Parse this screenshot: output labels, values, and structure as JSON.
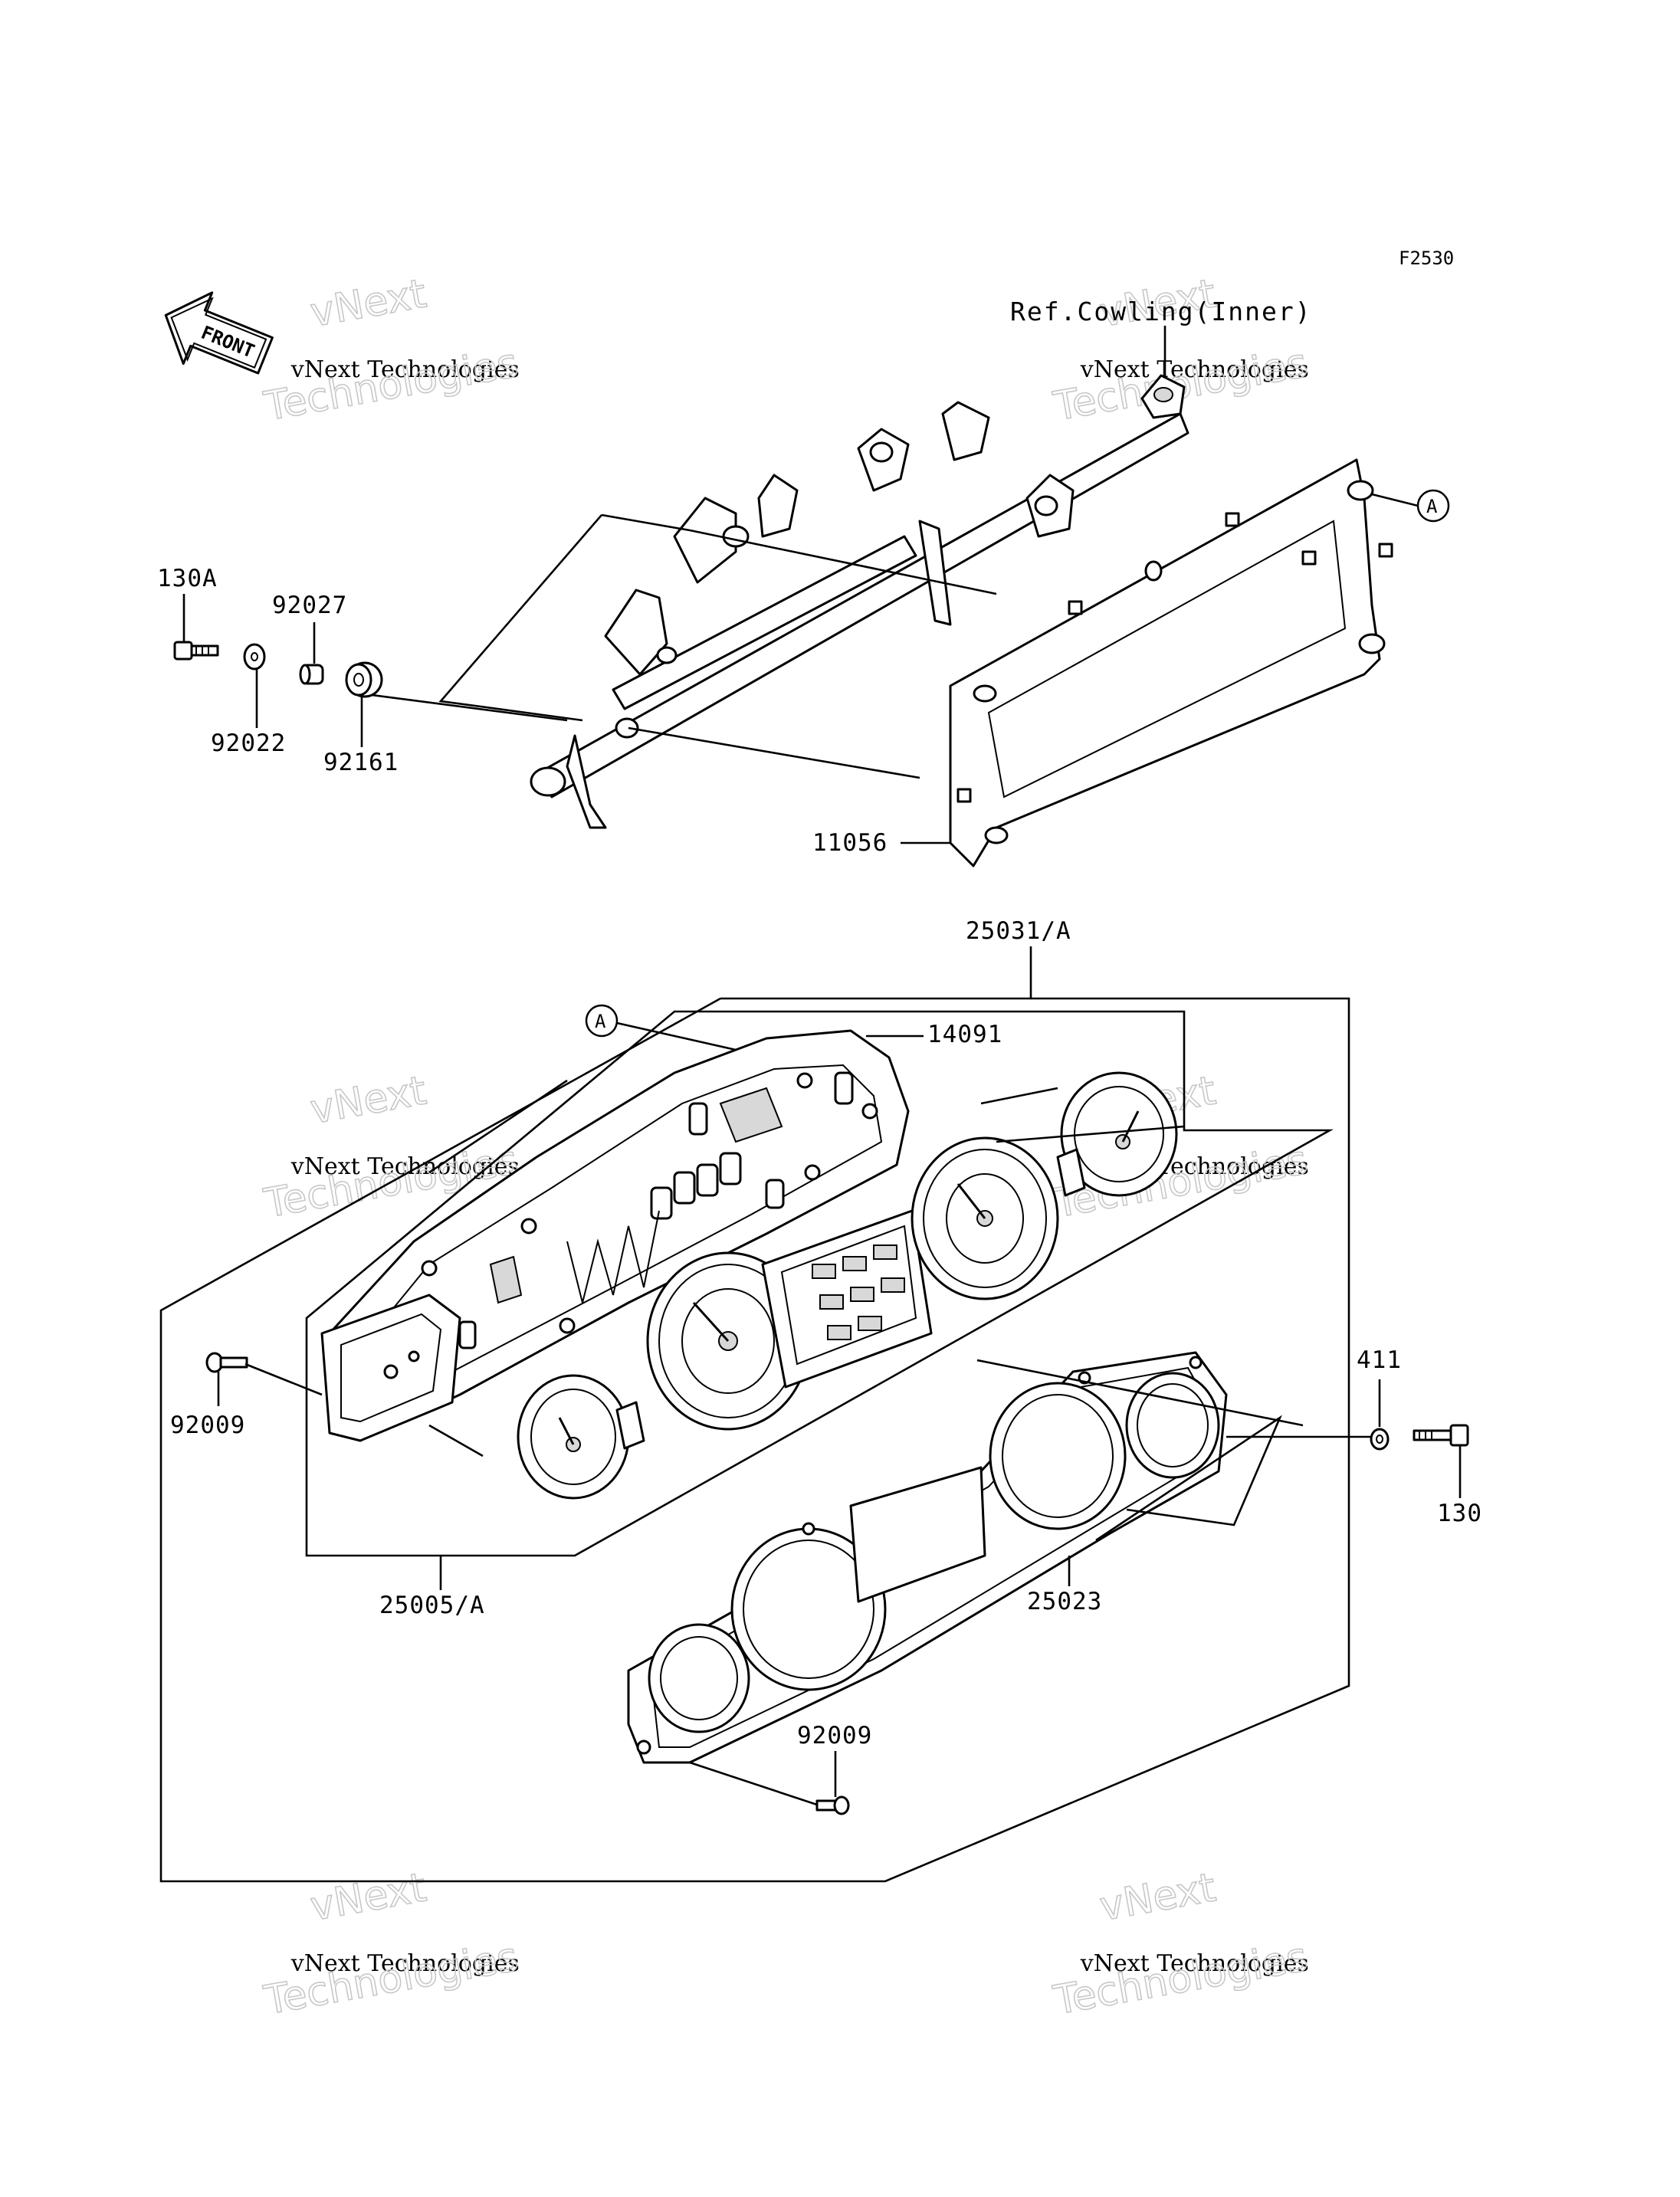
{
  "figure_code": "F2530",
  "front_arrow": {
    "label": "FRONT"
  },
  "reference_note": "Ref.Cowling(Inner)",
  "callout_A": "A",
  "part_labels": {
    "bolt_top": "130A",
    "collar_top": "92027",
    "washer_top": "92022",
    "grommet_top": "92161",
    "bracket": "11056",
    "meter_assy": "25031/A",
    "lamp_cover": "14091",
    "meter_unit": "25005/A",
    "screw_left": "92009",
    "cover_panel": "25023",
    "screw_bottom": "92009",
    "washer_right": "411",
    "bolt_right": "130"
  },
  "watermark": {
    "top_line": "vNext",
    "mid_line": "vNext Technologies",
    "outline_line": "Technologies"
  }
}
